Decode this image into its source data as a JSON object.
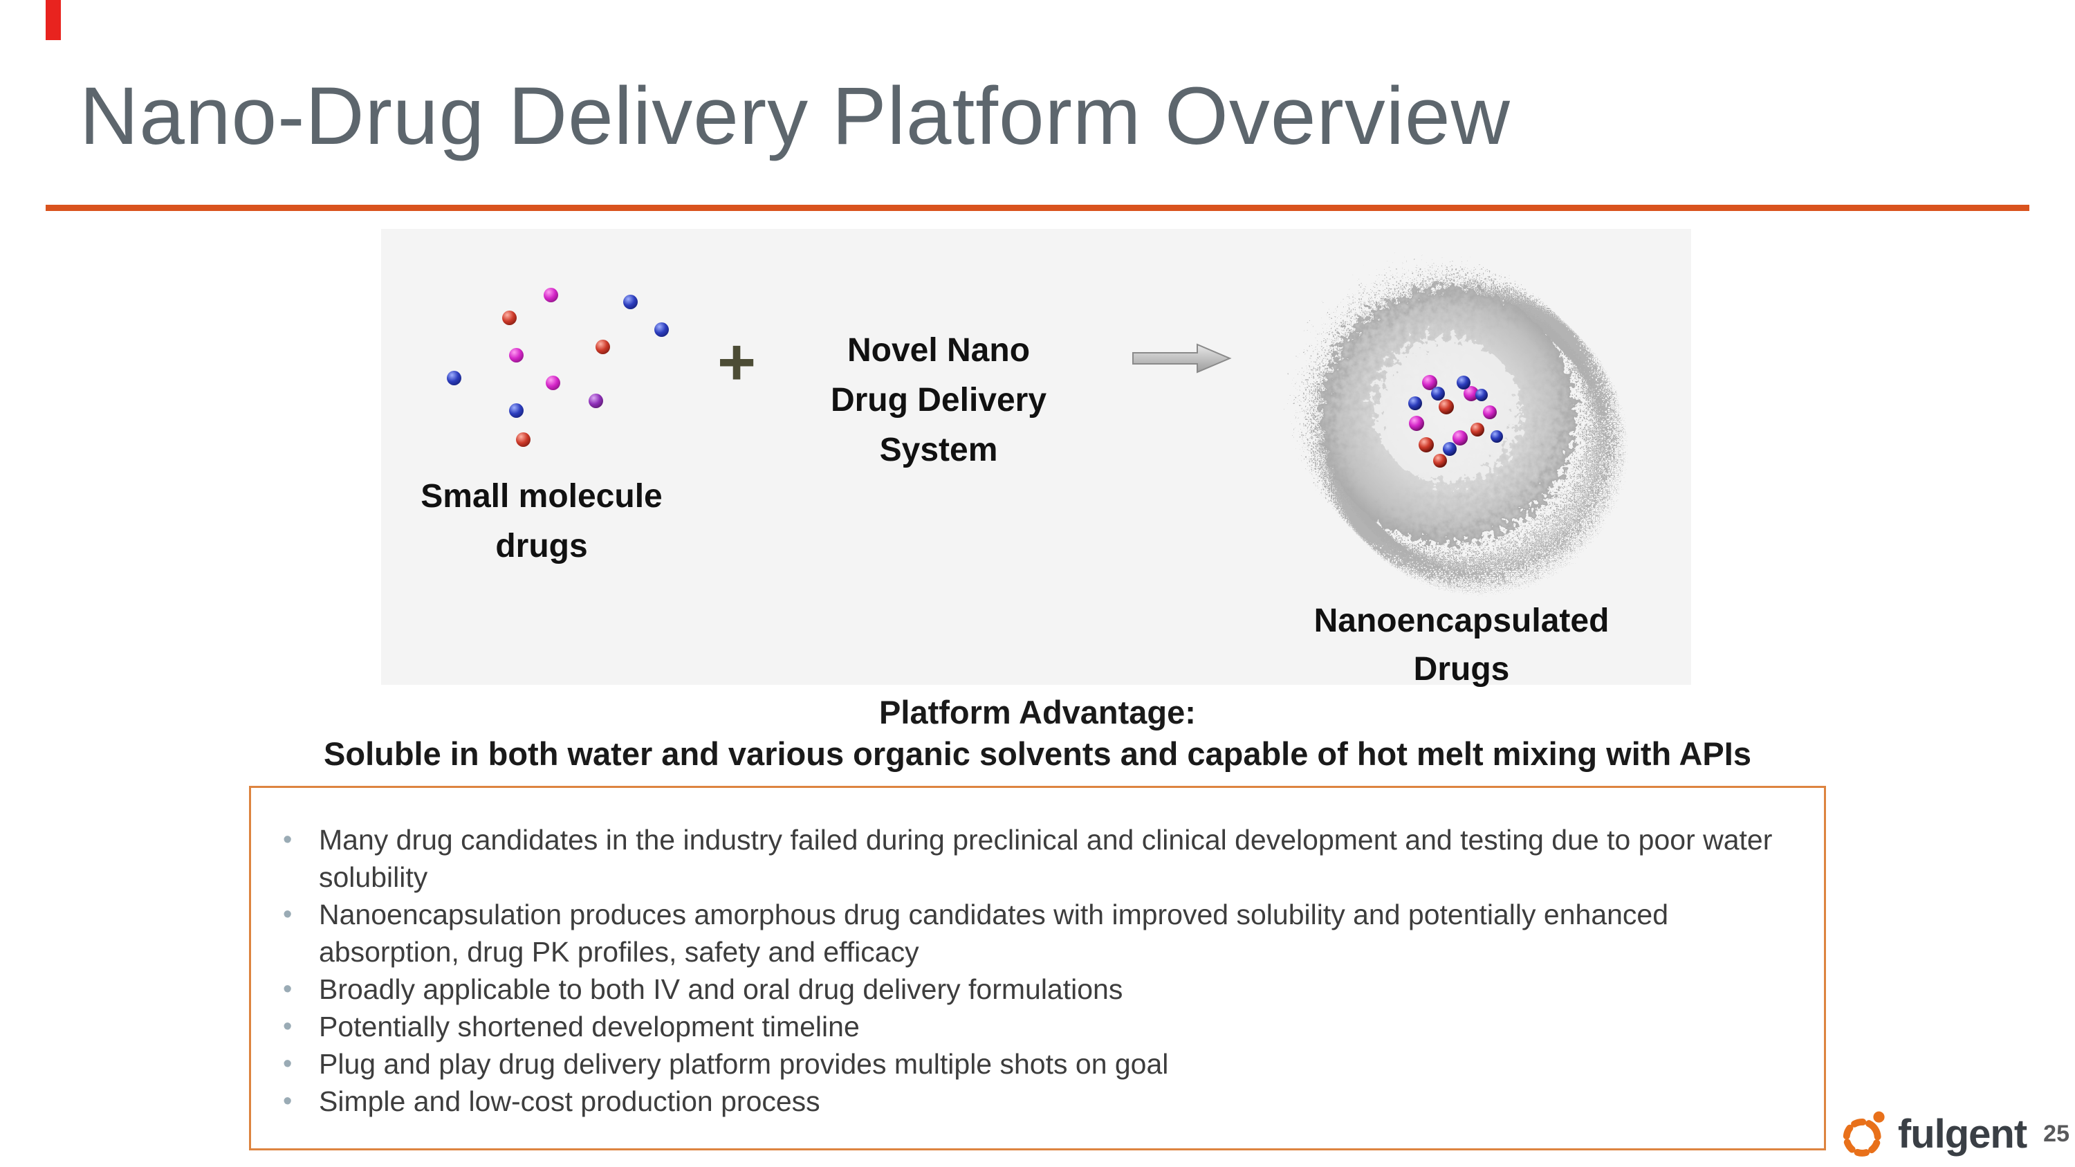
{
  "slide": {
    "title": "Nano-Drug Delivery Platform Overview",
    "page_number": "25",
    "logo_text": "fulgent"
  },
  "diagram": {
    "plus": "+",
    "small_molecule_label": {
      "line1": "Small molecule",
      "line2": "drugs"
    },
    "system_label": {
      "line1": "Novel Nano",
      "line2": "Drug Delivery",
      "line3": "System"
    },
    "nano_label": {
      "line1": "Nanoencapsulated",
      "line2": "Drugs"
    }
  },
  "advantage": {
    "heading": "Platform Advantage:",
    "subheading": "Soluble in both water and various organic solvents and capable of hot melt mixing with APIs"
  },
  "bullets": [
    "Many drug candidates in the industry failed during preclinical and clinical development and testing due to poor water solubility",
    "Nanoencapsulation produces amorphous drug candidates with improved solubility and potentially enhanced absorption, drug PK profiles, safety and efficacy",
    "Broadly applicable to both IV and oral drug delivery formulations",
    "Potentially shortened development timeline",
    "Plug and play drug delivery platform provides multiple shots on goal",
    "Simple and low-cost production process"
  ],
  "bullet_glyph": "•",
  "colors": {
    "accent_rule": "#d9531e",
    "corner_mark": "#e8231f",
    "box_border": "#dd8440",
    "title_gray": "#5d666d",
    "logo_orange": "#e8701a"
  }
}
